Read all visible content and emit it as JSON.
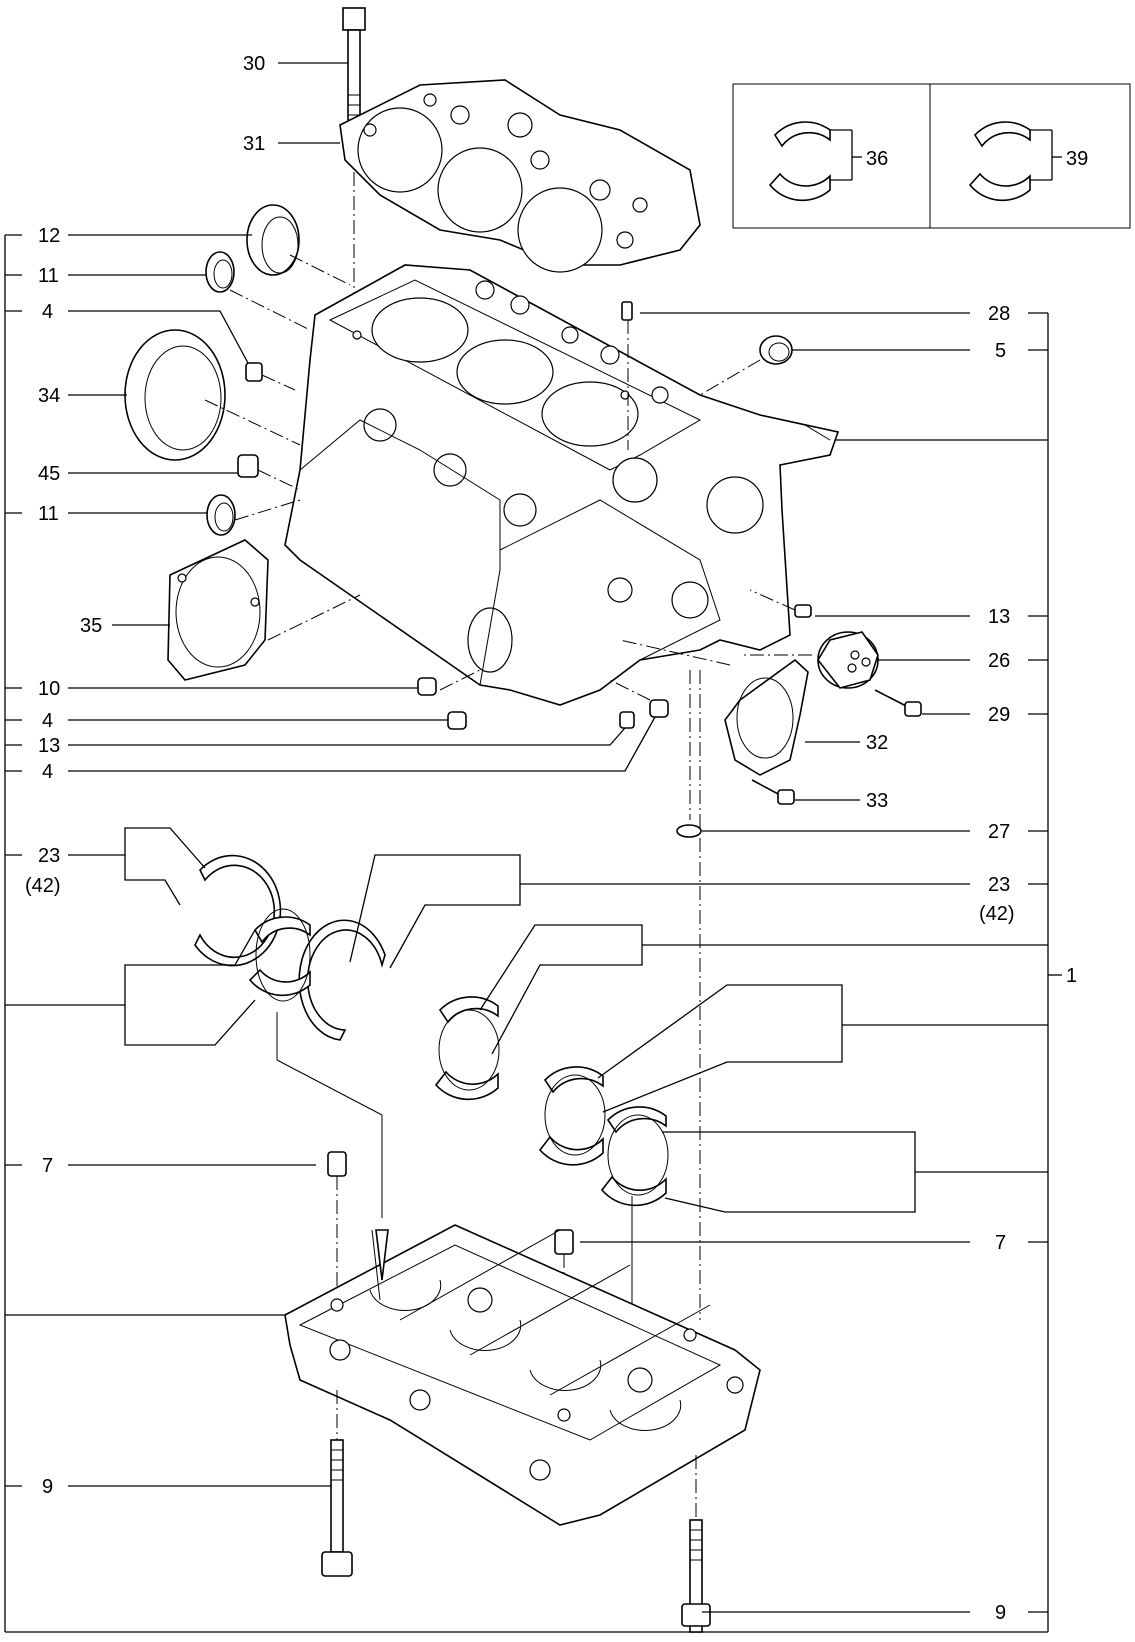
{
  "callouts": {
    "c30": "30",
    "c31": "31",
    "c12": "12",
    "c11a": "11",
    "c4a": "4",
    "c34": "34",
    "c45": "45",
    "c11b": "11",
    "c35": "35",
    "c10": "10",
    "c4b": "4",
    "c13a": "13",
    "c4c": "4",
    "c23a": "23",
    "c42a": "(42)",
    "c7a": "7",
    "c9a": "9",
    "c36": "36",
    "c39": "39",
    "c28": "28",
    "c5": "5",
    "c13b": "13",
    "c26": "26",
    "c29": "29",
    "c32": "32",
    "c33": "33",
    "c27": "27",
    "c23b": "23",
    "c42b": "(42)",
    "c1": "1",
    "c7b": "7",
    "c9b": "9"
  }
}
